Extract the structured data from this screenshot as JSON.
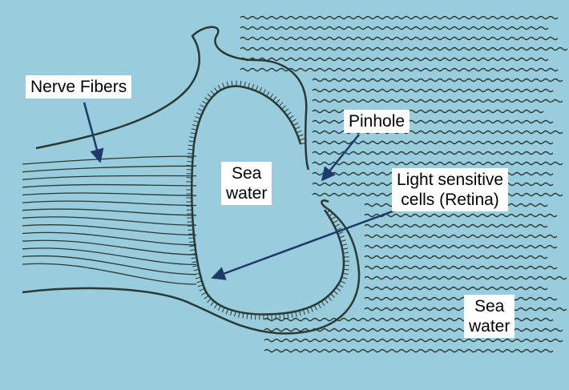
{
  "colors": {
    "background": "#99ccdd",
    "ink": "#2a3a33",
    "arrow": "#1f3a68",
    "label_background": "#ffffff"
  },
  "labels": {
    "nerve_fibers": "Nerve Fibers",
    "pinhole": "Pinhole",
    "sea_water_inner": [
      "Sea",
      "water"
    ],
    "retina": [
      "Light sensitive",
      "cells (Retina)"
    ],
    "sea_water_outer": [
      "Sea",
      "water"
    ]
  }
}
